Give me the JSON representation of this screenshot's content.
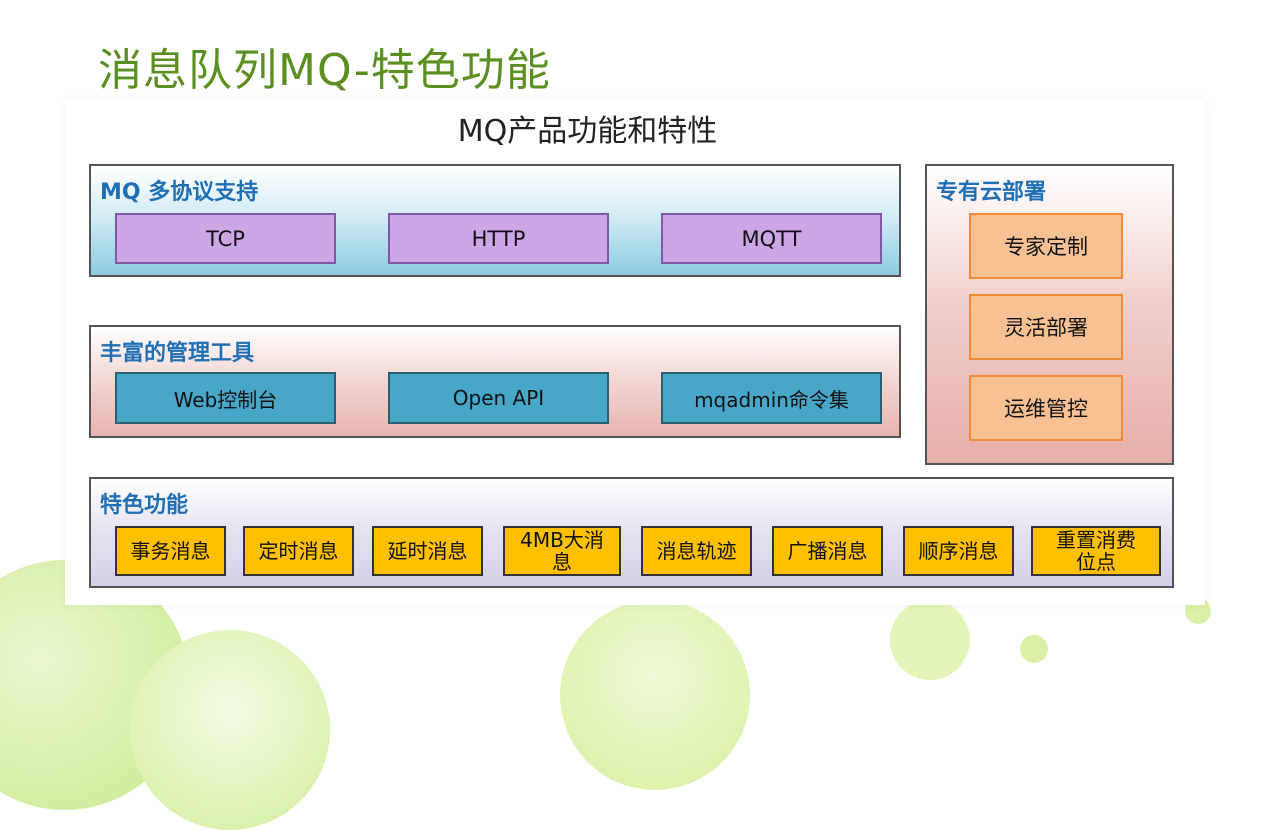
{
  "slide_title": "消息队列MQ-特色功能",
  "diagram_title": "MQ产品功能和特性",
  "protocol_section": {
    "label": "MQ 多协议支持",
    "items": [
      "TCP",
      "HTTP",
      "MQTT"
    ]
  },
  "tools_section": {
    "label": "丰富的管理工具",
    "items": [
      "Web控制台",
      "Open API",
      "mqadmin命令集"
    ]
  },
  "cloud_section": {
    "label": "专有云部署",
    "items": [
      "专家定制",
      "灵活部署",
      "运维管控"
    ]
  },
  "features_section": {
    "label": "特色功能",
    "items": [
      "事务消息",
      "定时消息",
      "延时消息",
      "4MB大消息",
      "消息轨迹",
      "广播消息",
      "顺序消息",
      "重置消费位点"
    ]
  },
  "colors": {
    "title_green": "#5b8f22",
    "section_label_blue": "#1f6fb5",
    "protocol_bg": "#cda6e6",
    "tool_bg": "#48a7c8",
    "cloud_item_bg": "#f8c193",
    "feature_bg": "#ffc000"
  }
}
